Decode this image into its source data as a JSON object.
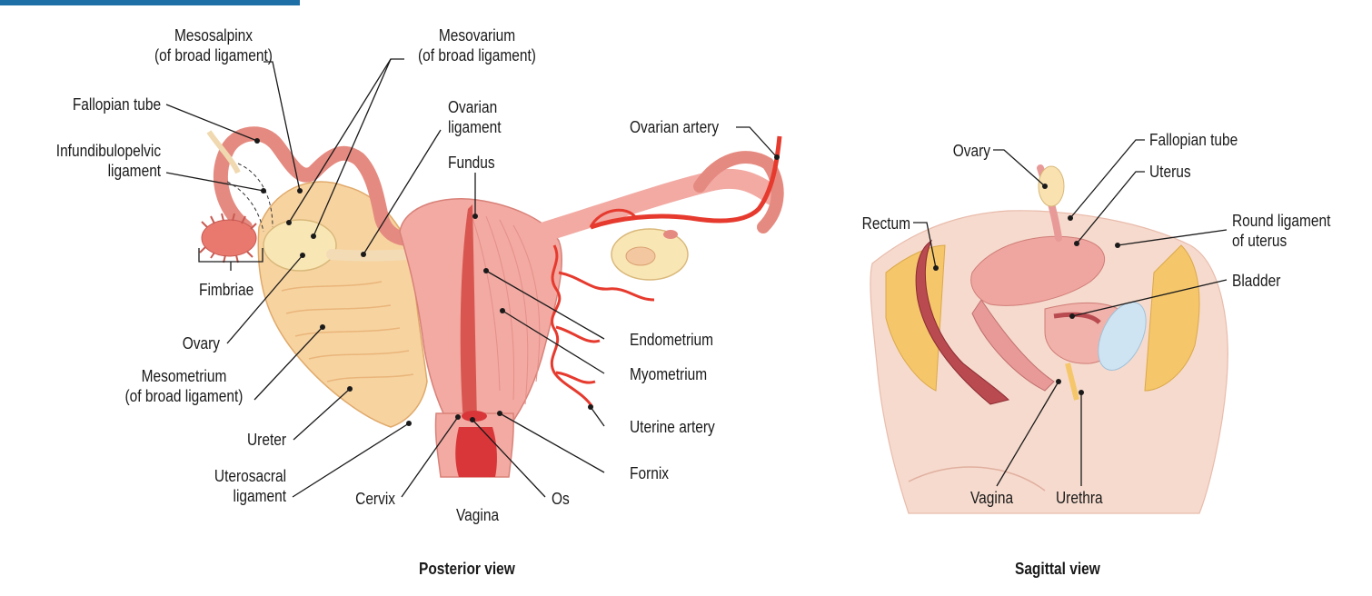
{
  "labels": {
    "mesosalpinx": "Mesosalpinx",
    "mesosalpinx_sub": "(of broad ligament)",
    "mesovarium": "Mesovarium",
    "mesovarium_sub": "(of broad ligament)",
    "fallopian_tube": "Fallopian tube",
    "infundibulopelvic_1": "Infundibulopelvic",
    "infundibulopelvic_2": "ligament",
    "ovarian_ligament_1": "Ovarian",
    "ovarian_ligament_2": "ligament",
    "fundus": "Fundus",
    "ovarian_artery": "Ovarian artery",
    "fimbriae": "Fimbriae",
    "ovary": "Ovary",
    "mesometrium": "Mesometrium",
    "mesometrium_sub": "(of broad ligament)",
    "ureter": "Ureter",
    "uterosacral_1": "Uterosacral",
    "uterosacral_2": "ligament",
    "cervix": "Cervix",
    "vagina": "Vagina",
    "os": "Os",
    "endometrium": "Endometrium",
    "myometrium": "Myometrium",
    "uterine_artery": "Uterine artery",
    "fornix": "Fornix"
  },
  "sagittal_labels": {
    "ovary": "Ovary",
    "fallopian_tube": "Fallopian tube",
    "uterus": "Uterus",
    "rectum": "Rectum",
    "round_ligament_1": "Round ligament",
    "round_ligament_2": "of uterus",
    "bladder": "Bladder",
    "vagina": "Vagina",
    "urethra": "Urethra"
  },
  "captions": {
    "posterior": "Posterior view",
    "sagittal": "Sagittal view"
  },
  "colors": {
    "tissue_pink": "#f2a7a0",
    "tissue_dark": "#e0766c",
    "ligament_tan": "#f7d8a8",
    "artery_red": "#e63a2e",
    "vagina_red": "#d9363a",
    "bladder_blue": "#cfe4f2",
    "skin": "#f6d9cc",
    "fat_yellow": "#f5c76a"
  }
}
